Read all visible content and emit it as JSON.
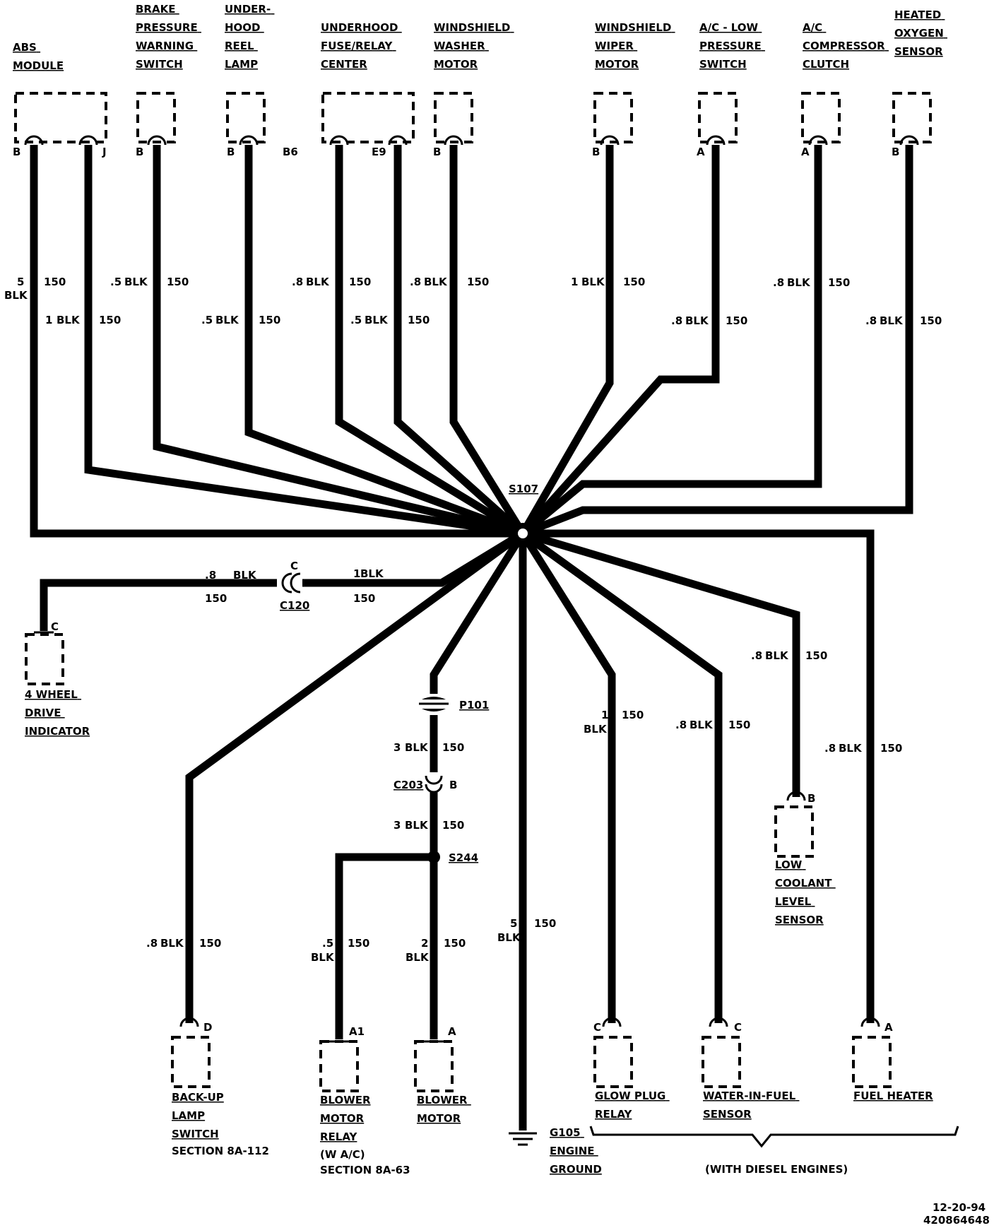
{
  "splice": {
    "main": "S107",
    "s244": "S244"
  },
  "top_components": [
    {
      "id": "abs",
      "lines": [
        "ABS",
        "MODULE"
      ],
      "pins": [
        "B",
        "J"
      ]
    },
    {
      "id": "brake",
      "lines": [
        "BRAKE",
        "PRESSURE",
        "WARNING",
        "SWITCH"
      ],
      "pins": [
        "B"
      ]
    },
    {
      "id": "reel",
      "lines": [
        "UNDER-",
        "HOOD",
        "REEL",
        "LAMP"
      ],
      "pins": [
        "B"
      ]
    },
    {
      "id": "fuse",
      "lines": [
        "UNDERHOOD",
        "FUSE/RELAY",
        "CENTER"
      ],
      "pins": [
        "B6",
        "E9"
      ]
    },
    {
      "id": "washer",
      "lines": [
        "WINDSHIELD",
        "WASHER",
        "MOTOR"
      ],
      "pins": [
        "B"
      ]
    },
    {
      "id": "wiper",
      "lines": [
        "WINDSHIELD",
        "WIPER",
        "MOTOR"
      ],
      "pins": [
        "B"
      ]
    },
    {
      "id": "aclow",
      "lines": [
        "A/C - LOW",
        "PRESSURE",
        "SWITCH"
      ],
      "pins": [
        "A"
      ]
    },
    {
      "id": "accomp",
      "lines": [
        "A/C",
        "COMPRESSOR",
        "CLUTCH"
      ],
      "pins": [
        "A"
      ]
    },
    {
      "id": "o2",
      "lines": [
        "HEATED",
        "OXYGEN",
        "SENSOR"
      ],
      "pins": [
        "B"
      ]
    }
  ],
  "bottom_components": [
    {
      "id": "4wd",
      "lines": [
        "4 WHEEL",
        "DRIVE",
        "INDICATOR"
      ],
      "pin": "C"
    },
    {
      "id": "backup",
      "lines": [
        "BACK-UP",
        "LAMP",
        "SWITCH",
        "SECTION 8A-112"
      ],
      "pin": "D"
    },
    {
      "id": "bmrelay",
      "lines": [
        "BLOWER",
        "MOTOR",
        "RELAY",
        "(W A/C)",
        "SECTION 8A-63"
      ],
      "pin": "A1"
    },
    {
      "id": "blower",
      "lines": [
        "BLOWER",
        "MOTOR"
      ],
      "pin": "A"
    },
    {
      "id": "glow",
      "lines": [
        "GLOW PLUG",
        "RELAY"
      ],
      "pin": "C"
    },
    {
      "id": "wif",
      "lines": [
        "WATER-IN-FUEL",
        "SENSOR"
      ],
      "pin": "C"
    },
    {
      "id": "fuelheater",
      "lines": [
        "FUEL HEATER"
      ],
      "pin": "A"
    },
    {
      "id": "coolant",
      "lines": [
        "LOW",
        "COOLANT",
        "LEVEL",
        "SENSOR"
      ],
      "pin": "B"
    }
  ],
  "wire_labels": [
    {
      "id": "w-abs-b",
      "size": "5",
      "color": "BLK",
      "circuit": "150"
    },
    {
      "id": "w-abs-j",
      "size": "1",
      "color": "BLK",
      "circuit": "150"
    },
    {
      "id": "w-brake",
      "size": ".5",
      "color": "BLK",
      "circuit": "150"
    },
    {
      "id": "w-reel",
      "size": ".5",
      "color": "BLK",
      "circuit": "150"
    },
    {
      "id": "w-fuse-b6",
      "size": ".8",
      "color": "BLK",
      "circuit": "150"
    },
    {
      "id": "w-fuse-e9",
      "size": ".5",
      "color": "BLK",
      "circuit": "150"
    },
    {
      "id": "w-washer",
      "size": ".8",
      "color": "BLK",
      "circuit": "150"
    },
    {
      "id": "w-wiper",
      "size": "1",
      "color": "BLK",
      "circuit": "150"
    },
    {
      "id": "w-aclow",
      "size": ".8",
      "color": "BLK",
      "circuit": "150"
    },
    {
      "id": "w-accomp",
      "size": ".8",
      "color": "BLK",
      "circuit": "150"
    },
    {
      "id": "w-o2",
      "size": ".8",
      "color": "BLK",
      "circuit": "150"
    },
    {
      "id": "w-4wd",
      "size": ".8",
      "color": "BLK",
      "circuit": "150"
    },
    {
      "id": "w-c120",
      "size": "1",
      "color": "BLK",
      "circuit": "150"
    },
    {
      "id": "w-p101",
      "size": "3",
      "color": "BLK",
      "circuit": "150"
    },
    {
      "id": "w-c203",
      "size": "3",
      "color": "BLK",
      "circuit": "150"
    },
    {
      "id": "w-backup",
      "size": ".8",
      "color": "BLK",
      "circuit": "150"
    },
    {
      "id": "w-bmrelay",
      "size": ".5",
      "color": "BLK",
      "circuit": "150"
    },
    {
      "id": "w-blower",
      "size": "2",
      "color": "BLK",
      "circuit": "150"
    },
    {
      "id": "w-ground",
      "size": "5",
      "color": "BLK",
      "circuit": "150"
    },
    {
      "id": "w-glow",
      "size": "1",
      "color": "BLK",
      "circuit": "150"
    },
    {
      "id": "w-wif",
      "size": ".8",
      "color": "BLK",
      "circuit": "150"
    },
    {
      "id": "w-fuelheater",
      "size": ".8",
      "color": "BLK",
      "circuit": "150"
    },
    {
      "id": "w-coolant",
      "size": ".8",
      "color": "BLK",
      "circuit": "150"
    }
  ],
  "connectors": {
    "c120": "C120",
    "c120_pin": "C",
    "p101": "P101",
    "c203": "C203",
    "c203_pin": "B"
  },
  "ground": {
    "id": "G105",
    "lines": [
      "ENGINE",
      "GROUND"
    ]
  },
  "note": "(WITH DIESEL ENGINES)",
  "footer": {
    "date": "12-20-94",
    "code": "420864648"
  }
}
